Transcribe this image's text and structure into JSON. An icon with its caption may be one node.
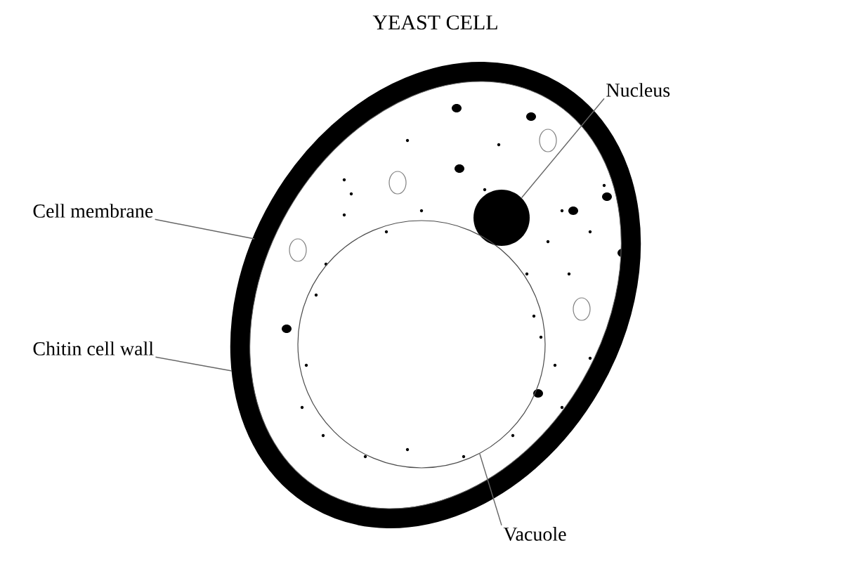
{
  "diagram": {
    "title": "YEAST CELL",
    "nodes": [
      {
        "text": [
          "Cell membrane"
        ]
      },
      {
        "text": [
          "Chitin cell wall"
        ]
      },
      {
        "text": [
          "Nucleus"
        ]
      },
      {
        "text": [
          "Vacuole"
        ]
      },
      {
        "text": [],
        "shape": "ellipse"
      },
      {
        "text": [],
        "shape": "circle",
        "in": 4
      },
      {
        "text": [],
        "shape": "circle",
        "in": 4
      }
    ],
    "edges": [
      {
        "from": 0,
        "to": 4,
        "arrow": "none"
      },
      {
        "from": 1,
        "to": 4,
        "arrow": "none"
      },
      {
        "from": 2,
        "to": 5,
        "arrow": "none"
      },
      {
        "from": 3,
        "to": 6,
        "arrow": "none"
      }
    ]
  }
}
